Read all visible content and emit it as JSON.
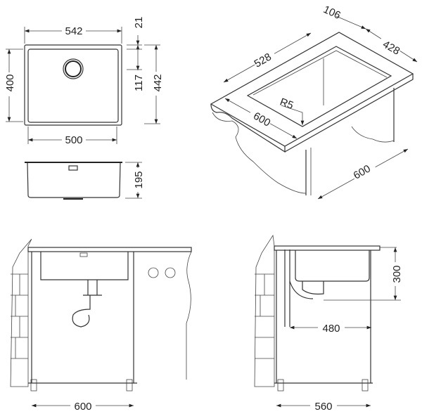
{
  "top_view": {
    "width_outer": "542",
    "width_inner": "500",
    "depth_inner": "400",
    "rim": "21",
    "drain_offset": "117",
    "depth_outer": "442"
  },
  "side_view": {
    "height": "195"
  },
  "iso_view": {
    "back_rim": "106",
    "length": "528",
    "cutout_depth": "428",
    "radius": "R5",
    "cabinet_width": "600",
    "cabinet_depth": "600"
  },
  "front_install": {
    "cabinet_width": "600"
  },
  "side_install": {
    "sink_height": "300",
    "depth_to_drain": "480",
    "cabinet_depth": "560"
  }
}
